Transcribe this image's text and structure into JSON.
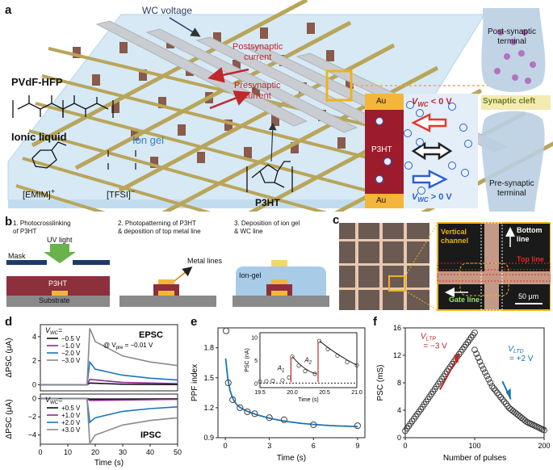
{
  "panel_a": {
    "label": "a",
    "wc_voltage": "WC voltage",
    "post_current": [
      "Postsynaptic",
      "current"
    ],
    "pre_current": [
      "Presynaptic",
      "current"
    ],
    "pvdf": "PVdF-HFP",
    "ionic_liquid": "Ionic liquid",
    "emim": "[EMIM]",
    "tfsi": "[TFSI]",
    "ion_gel": "Ion gel",
    "p3ht": "P3HT",
    "au": "Au",
    "p3ht_inset": "P3HT",
    "vwc_neg": "< 0 V",
    "vwc_pos": "> 0 V",
    "post_terminal": [
      "Post-synaptic",
      "terminal"
    ],
    "cleft": "Synaptic cleft",
    "pre_terminal": [
      "Pre-synaptic",
      "terminal"
    ]
  },
  "panel_b": {
    "label": "b",
    "step1": [
      "1. Photocrosslinking",
      "of P3HT"
    ],
    "step2": [
      "2. Photopatterning of P3HT",
      "& deposition of top metal line"
    ],
    "step3": [
      "3. Deposition of ion gel",
      "& WC line"
    ],
    "uv": "UV light",
    "mask": "Mask",
    "p3ht": "P3HT",
    "substrate": "Substrate",
    "metal_lines": "Metal lines",
    "ion_gel": "Ion-gel"
  },
  "panel_c": {
    "label": "c",
    "vertical_channel": [
      "Vertical",
      "channel"
    ],
    "bottom_line": [
      "Bottom",
      "line"
    ],
    "top_line": "Top line",
    "gate_line": "Gate line",
    "scale": "50 μm"
  },
  "panel_d": {
    "label": "d",
    "epsc": "EPSC",
    "ipsc": "IPSC",
    "vpre_note": "@ V",
    "vpre_sub": "pre",
    "vpre_val": " = −0.01 V",
    "ylabel": "ΔPSC (μA)",
    "xlabel": "Time (s)",
    "vwc_title": "V",
    "vwc_sub": "WC",
    "top_legend": [
      "−0.5 V",
      "−1.0 V",
      "−2.0 V",
      "−3.0 V"
    ],
    "bot_legend": [
      "+0.5 V",
      "+1.0 V",
      "+2.0 V",
      "+3.0 V"
    ],
    "colors": [
      "#111111",
      "#8e2a8e",
      "#1a76b8",
      "#8a8a8a"
    ],
    "top_yticks": [
      "4",
      "2",
      "0"
    ],
    "bot_yticks": [
      "0",
      "−2",
      "−4"
    ],
    "xticks": [
      "0",
      "10",
      "20",
      "30",
      "40",
      "50"
    ]
  },
  "panel_e": {
    "label": "e",
    "ylabel": "PPF index",
    "xlabel": "Time (s)",
    "yticks": [
      "1.8",
      "1.5",
      "1.2",
      "0.9"
    ],
    "xticks": [
      "0",
      "3",
      "6",
      "9"
    ],
    "inset_ylabel": "PSC (nA)",
    "inset_xlabel": "Time (s)",
    "inset_yticks": [
      "10",
      "5",
      "0"
    ],
    "inset_xticks": [
      "19.5",
      "20.0",
      "20.5",
      "21.0"
    ],
    "a1": "A",
    "a2": "A"
  },
  "panel_f": {
    "label": "f",
    "ylabel": "PSC (mS)",
    "xlabel": "Number of pulses",
    "yticks": [
      "16",
      "12",
      "8",
      "4",
      "0"
    ],
    "xticks": [
      "0",
      "100",
      "200"
    ],
    "vltp": "V",
    "vltp_sub": "LTP",
    "vltp_val": "= −3 V",
    "vltd": "V",
    "vltd_sub": "LTD",
    "vltd_val": "= +2 V"
  },
  "chart_data": [
    {
      "type": "line",
      "panel": "d-top",
      "title": "EPSC",
      "xlabel": "Time (s)",
      "ylabel": "ΔPSC (μA)",
      "xlim": [
        0,
        50
      ],
      "ylim": [
        -0.5,
        5
      ],
      "series": [
        {
          "name": "−0.5 V",
          "x": [
            0,
            17,
            18,
            30,
            50
          ],
          "y": [
            0,
            0,
            0.15,
            0.05,
            0.02
          ]
        },
        {
          "name": "−1.0 V",
          "x": [
            0,
            17,
            18,
            30,
            50
          ],
          "y": [
            0,
            0,
            0.45,
            0.2,
            0.1
          ]
        },
        {
          "name": "−2.0 V",
          "x": [
            0,
            17,
            18,
            20,
            30,
            40,
            50
          ],
          "y": [
            0,
            0,
            1.9,
            1.3,
            0.8,
            0.55,
            0.4
          ]
        },
        {
          "name": "−3.0 V",
          "x": [
            0,
            17,
            18,
            20,
            30,
            40,
            50
          ],
          "y": [
            0,
            0,
            4.7,
            3.6,
            2.4,
            1.9,
            1.6
          ]
        }
      ]
    },
    {
      "type": "line",
      "panel": "d-bottom",
      "title": "IPSC",
      "xlabel": "Time (s)",
      "ylabel": "ΔPSC (μA)",
      "xlim": [
        0,
        50
      ],
      "ylim": [
        -5,
        0.5
      ],
      "series": [
        {
          "name": "+0.5 V",
          "x": [
            0,
            17,
            18,
            50
          ],
          "y": [
            0,
            0,
            -0.05,
            -0.02
          ]
        },
        {
          "name": "+1.0 V",
          "x": [
            0,
            17,
            18,
            50
          ],
          "y": [
            0,
            0,
            -0.2,
            -0.08
          ]
        },
        {
          "name": "+2.0 V",
          "x": [
            0,
            17,
            18,
            20,
            30,
            40,
            50
          ],
          "y": [
            0,
            0,
            -2.6,
            -2.1,
            -1.4,
            -1.1,
            -0.9
          ]
        },
        {
          "name": "+3.0 V",
          "x": [
            0,
            17,
            18,
            20,
            30,
            40,
            50
          ],
          "y": [
            0,
            0,
            -4.9,
            -4.0,
            -2.9,
            -2.4,
            -2.1
          ]
        }
      ]
    },
    {
      "type": "scatter",
      "panel": "e",
      "xlabel": "Time (s)",
      "ylabel": "PPF index",
      "xlim": [
        -0.5,
        9.5
      ],
      "ylim": [
        0.9,
        2.0
      ],
      "points_x": [
        0.05,
        0.2,
        0.5,
        1.0,
        1.5,
        2.0,
        3.0,
        4.0,
        6.0,
        9.0
      ],
      "points_y": [
        1.97,
        1.45,
        1.28,
        1.2,
        1.16,
        1.14,
        1.1,
        1.08,
        1.03,
        1.02
      ]
    },
    {
      "type": "scatter",
      "panel": "f",
      "xlabel": "Number of pulses",
      "ylabel": "PSC (mS)",
      "xlim": [
        0,
        200
      ],
      "ylim": [
        0,
        16
      ],
      "ltp": {
        "x": [
          0,
          25,
          50,
          75,
          100
        ],
        "y": [
          1.0,
          4.5,
          8.2,
          11.8,
          15.3
        ]
      },
      "ltd": {
        "x": [
          100,
          110,
          125,
          150,
          175,
          200
        ],
        "y": [
          12.8,
          10.5,
          7.5,
          4.3,
          2.3,
          1.1
        ]
      }
    }
  ]
}
